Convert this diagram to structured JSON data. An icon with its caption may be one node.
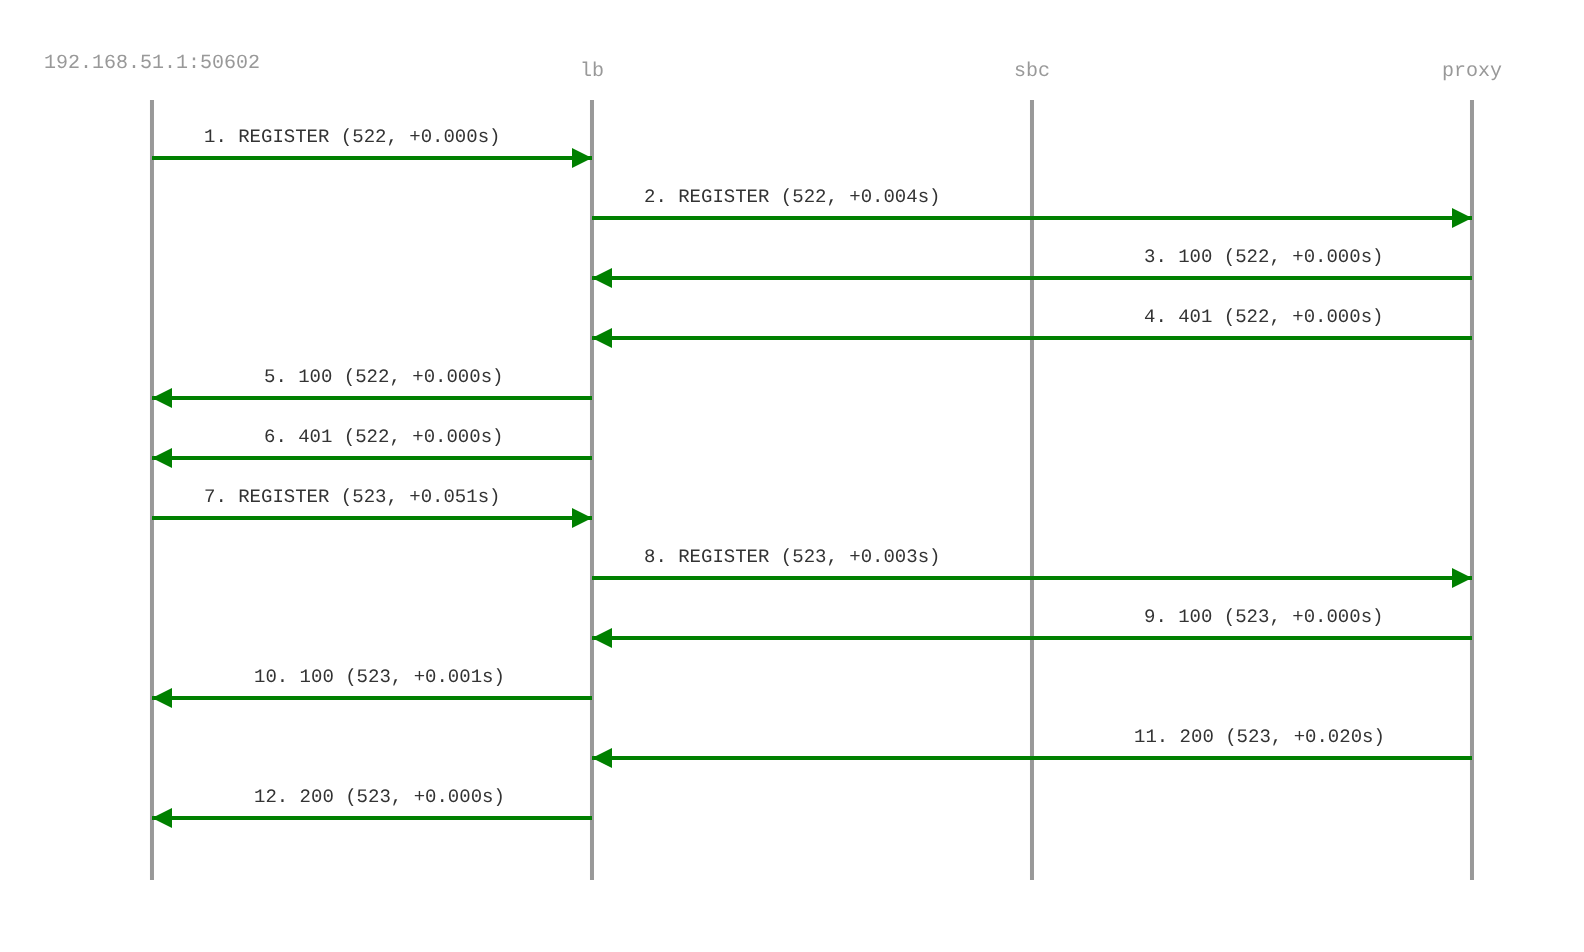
{
  "diagram": {
    "nodes": [
      {
        "text": [
          "192.168.51.1:50602"
        ]
      },
      {
        "text": [
          "lb"
        ]
      },
      {
        "text": [
          "sbc"
        ]
      },
      {
        "text": [
          "proxy"
        ]
      }
    ],
    "edges": [
      {
        "from": 0,
        "to": 1,
        "arrow": "to",
        "label": "1. REGISTER (522, +0.000s)"
      },
      {
        "from": 1,
        "to": 3,
        "arrow": "to",
        "label": "2. REGISTER (522, +0.004s)"
      },
      {
        "from": 3,
        "to": 1,
        "arrow": "to",
        "label": "3. 100 (522, +0.000s)"
      },
      {
        "from": 3,
        "to": 1,
        "arrow": "to",
        "label": "4. 401 (522, +0.000s)"
      },
      {
        "from": 1,
        "to": 0,
        "arrow": "to",
        "label": "5. 100 (522, +0.000s)"
      },
      {
        "from": 1,
        "to": 0,
        "arrow": "to",
        "label": "6. 401 (522, +0.000s)"
      },
      {
        "from": 0,
        "to": 1,
        "arrow": "to",
        "label": "7. REGISTER (523, +0.051s)"
      },
      {
        "from": 1,
        "to": 3,
        "arrow": "to",
        "label": "8. REGISTER (523, +0.003s)"
      },
      {
        "from": 3,
        "to": 1,
        "arrow": "to",
        "label": "9. 100 (523, +0.000s)"
      },
      {
        "from": 1,
        "to": 0,
        "arrow": "to",
        "label": "10. 100 (523, +0.001s)"
      },
      {
        "from": 3,
        "to": 1,
        "arrow": "to",
        "label": "11. 200 (523, +0.020s)"
      },
      {
        "from": 1,
        "to": 0,
        "arrow": "to",
        "label": "12. 200 (523, +0.000s)"
      }
    ]
  }
}
